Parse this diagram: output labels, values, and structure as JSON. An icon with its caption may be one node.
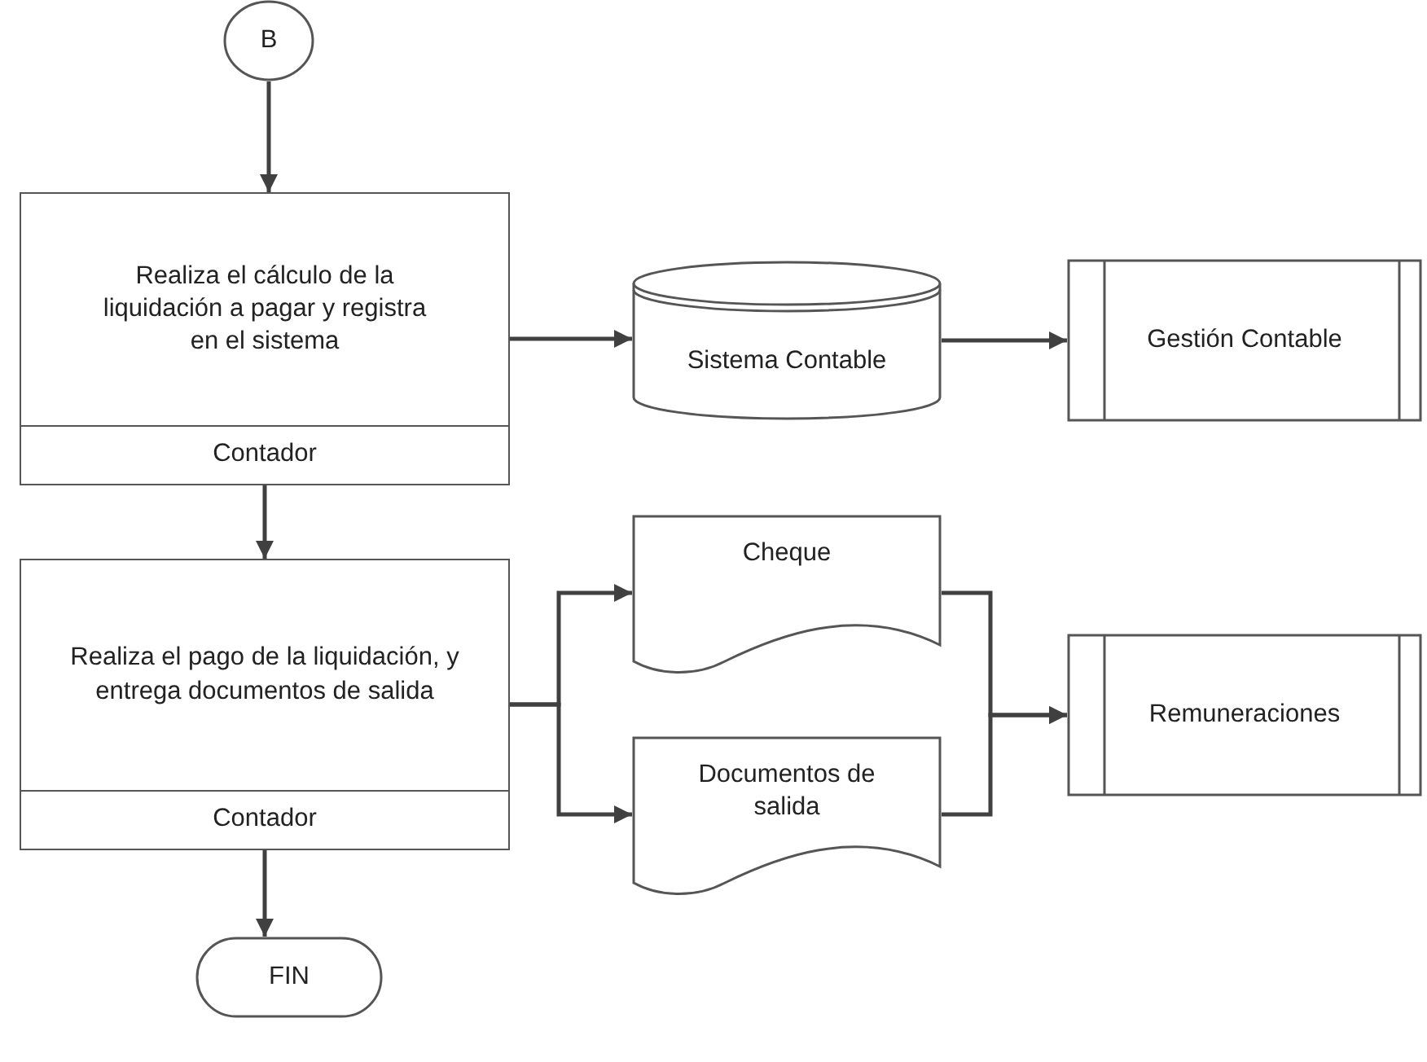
{
  "diagram": {
    "nodes": [
      {
        "text": [
          "B"
        ]
      },
      {
        "text": [
          "Realiza el cálculo de la liquidación a pagar y registra en el sistema",
          "Contador"
        ]
      },
      {
        "text": [
          "Sistema Contable"
        ]
      },
      {
        "text": [
          "Gestión Contable"
        ]
      },
      {
        "text": [
          "Realiza el pago de la liquidación, y entrega documentos de salida",
          "Contador"
        ]
      },
      {
        "text": [
          "Cheque"
        ]
      },
      {
        "text": [
          "Documentos de salida"
        ]
      },
      {
        "text": [
          "Remuneraciones"
        ]
      },
      {
        "text": [
          "FIN"
        ]
      }
    ],
    "edges": [
      {
        "from": 0,
        "to": 1,
        "arrow": "to"
      },
      {
        "from": 1,
        "to": 2,
        "arrow": "to"
      },
      {
        "from": 2,
        "to": 3,
        "arrow": "to"
      },
      {
        "from": 1,
        "to": 4,
        "arrow": "to"
      },
      {
        "from": 4,
        "to": 5,
        "arrow": "to"
      },
      {
        "from": 4,
        "to": 6,
        "arrow": "to"
      },
      {
        "from": 5,
        "to": 7,
        "arrow": "to"
      },
      {
        "from": 6,
        "to": 7,
        "arrow": "to"
      },
      {
        "from": 4,
        "to": 8,
        "arrow": "to"
      }
    ]
  }
}
